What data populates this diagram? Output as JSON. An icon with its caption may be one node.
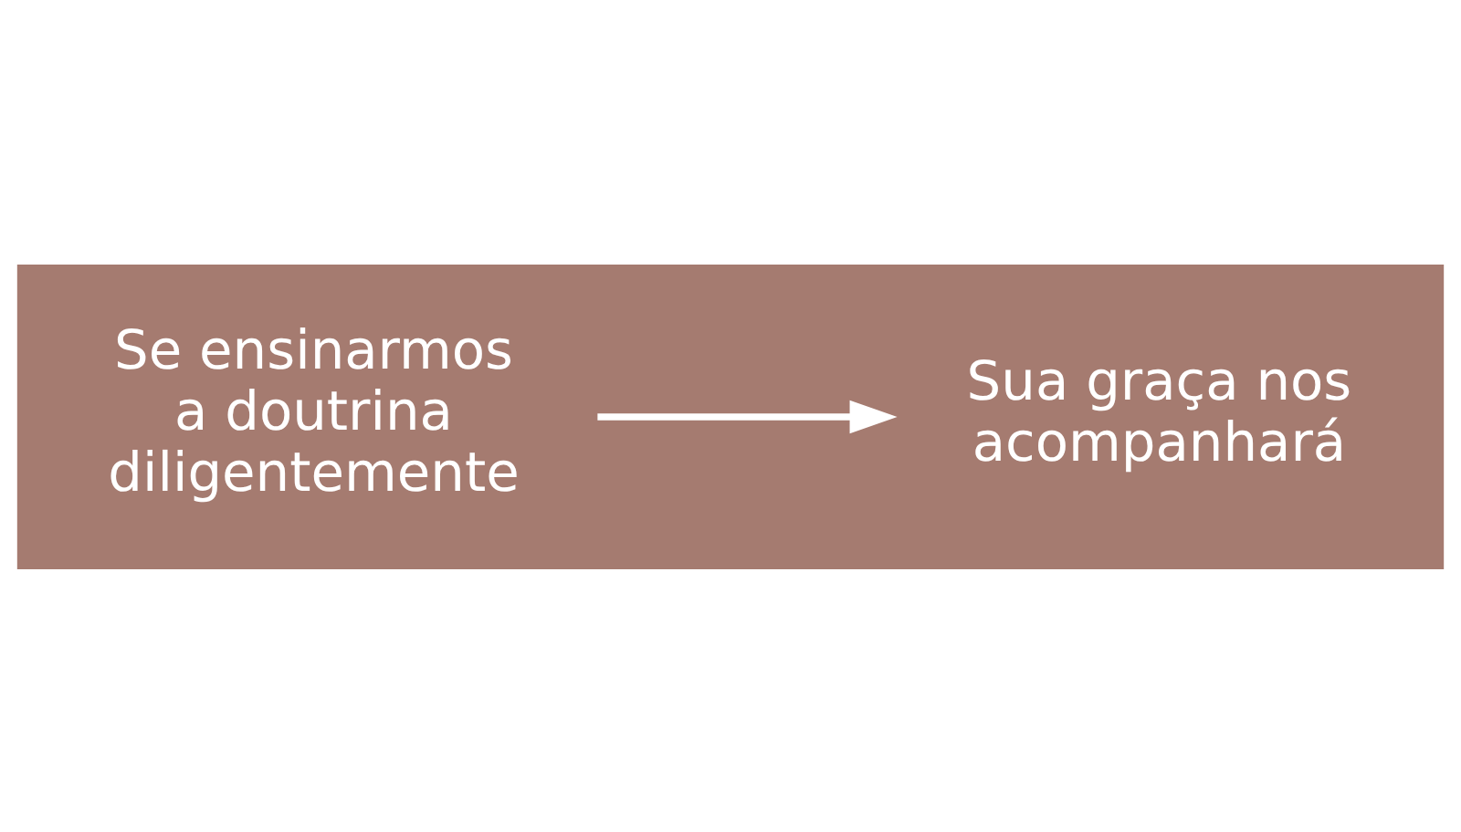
{
  "diagram": {
    "nodes": [
      {
        "text": [
          "Se ensinarmos a doutrina diligentemente"
        ]
      },
      {
        "text": [
          "Sua graça nos acompanhará"
        ]
      }
    ],
    "edges": [
      {
        "from": 0,
        "to": 1,
        "arrow": "to"
      }
    ]
  }
}
